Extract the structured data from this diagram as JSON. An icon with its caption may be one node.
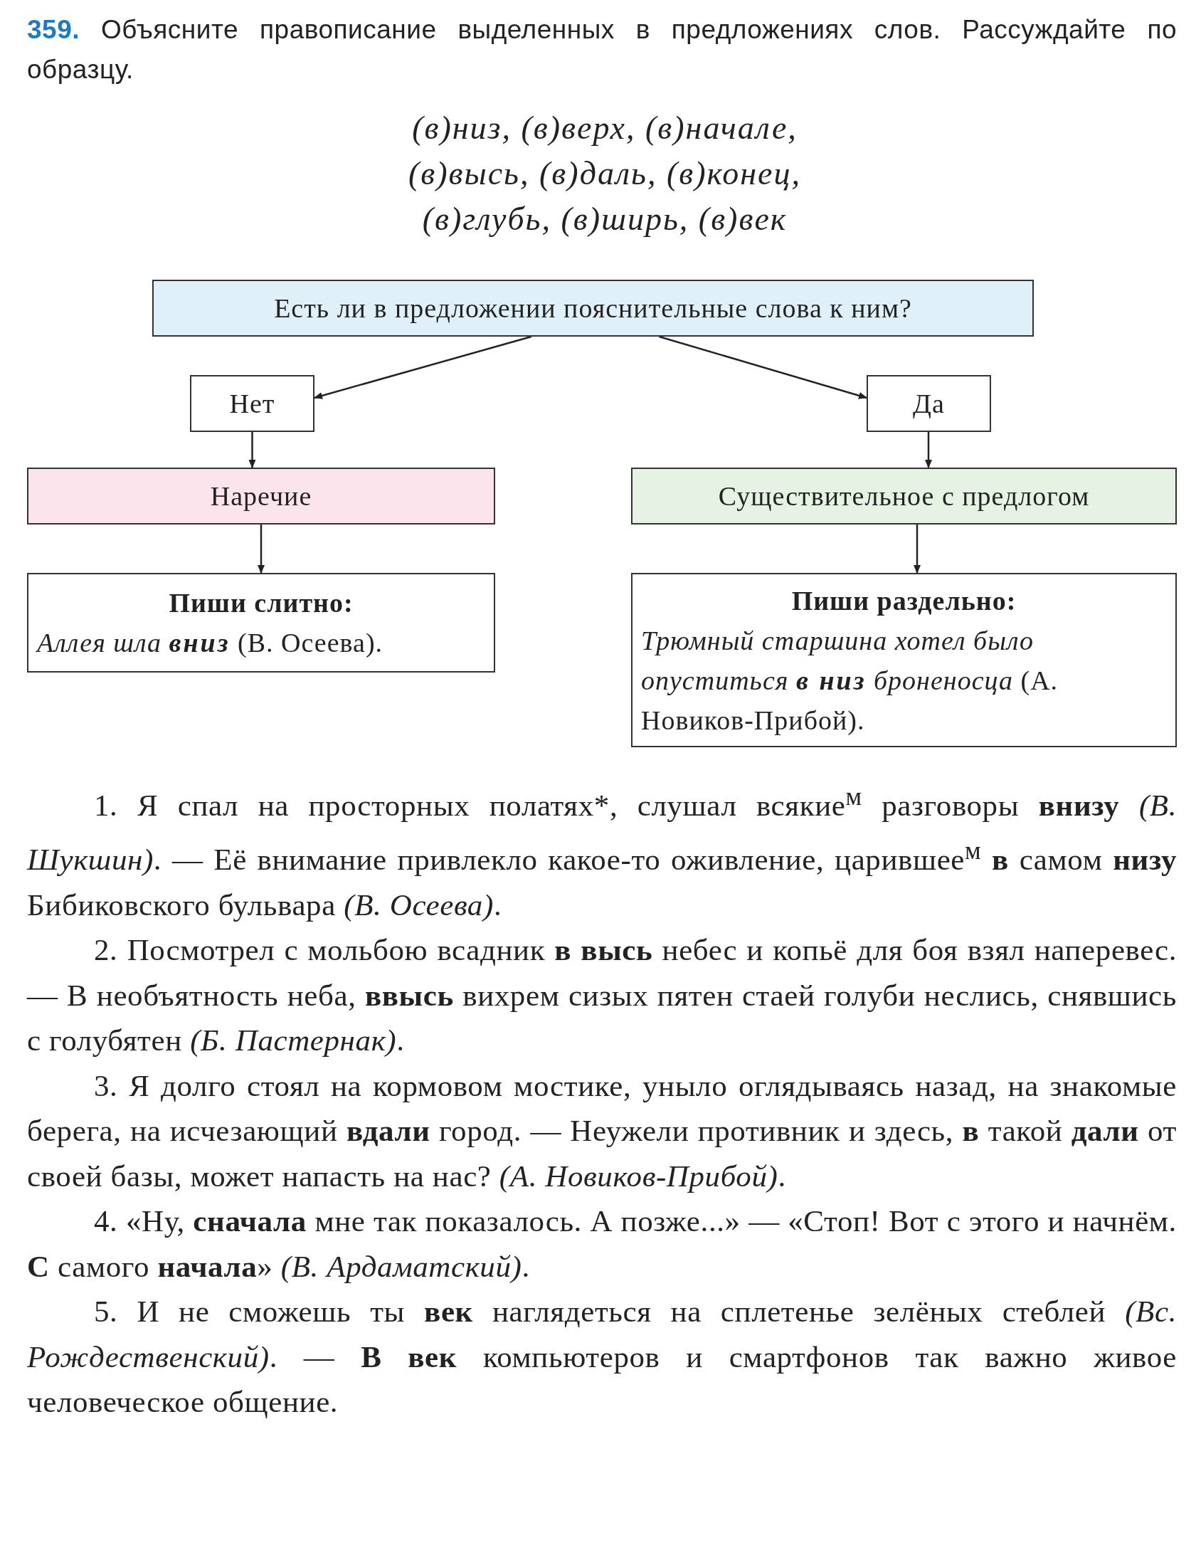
{
  "diagram": {
    "nodes": [
      {
        "text": [
          "Есть ли в предложении пояснительные слова к ним?"
        ]
      },
      {
        "text": [
          "Нет"
        ]
      },
      {
        "text": [
          "Да"
        ]
      },
      {
        "text": [
          "Наречие"
        ]
      },
      {
        "text": [
          "Существительное с предлогом"
        ]
      },
      {
        "text": [
          "Пиши слитно:",
          "*Аллея шла* **вниз** (В. Осеева)."
        ]
      },
      {
        "text": [
          "Пиши раздельно:",
          "*Трюмный старшина хотел было опуститься* **в низ** *броненосца* (А. Новиков-Прибой)."
        ]
      }
    ],
    "edges": [
      {
        "from": 0,
        "to": 1,
        "arrow": "to"
      },
      {
        "from": 0,
        "to": 2,
        "arrow": "to"
      },
      {
        "from": 1,
        "to": 3,
        "arrow": "to"
      },
      {
        "from": 2,
        "to": 4,
        "arrow": "to"
      },
      {
        "from": 3,
        "to": 5,
        "arrow": "to"
      },
      {
        "from": 4,
        "to": 6,
        "arrow": "to"
      }
    ],
    "labels": [
      "**359.** Объясните правописание выделенных в предложениях слов. Рассуждайте по образцу.",
      "(в)низ, (в)верх, (в)начале,",
      "(в)высь, (в)даль, (в)конец,",
      "(в)глубь, (в)ширь, (в)век",
      "1. Я спал на просторных полатях*, слушал всякие$^{м}$ разговоры **внизу** *(В. Шукшин)*. — Её внимание привлекло какое-то оживление, царившее$^{м}$ **в** самом **низу** Бибиковского бульвара *(В. Осеева)*.",
      "2. Посмотрел с мольбою всадник **в высь** небес и копьё для боя взял наперевес. — В необъятность неба, **ввысь** вихрем сизых пятен стаей голуби неслись, снявшись с голубятен *(Б. Пастернак)*.",
      "3. Я долго стоял на кормовом мостике, уныло оглядываясь назад, на знакомые берега, на исчезающий **вдали** город. — Неужели противник и здесь, **в** такой **дали** от своей базы, может напасть на нас? *(А. Новиков-Прибой)*.",
      "4. «Ну, **сначала** мне так показалось. А позже...» — «Стоп! Вот с этого и начнём. **С** самого **начала**» *(В. Ардаматский)*.",
      "5. И не сможешь ты **век** наглядеться на сплетенье зелёных стеблей *(Вс. Рождественский)*. — **В век** компьютеров и смартфонов так важно живое человеческое общение."
    ]
  }
}
